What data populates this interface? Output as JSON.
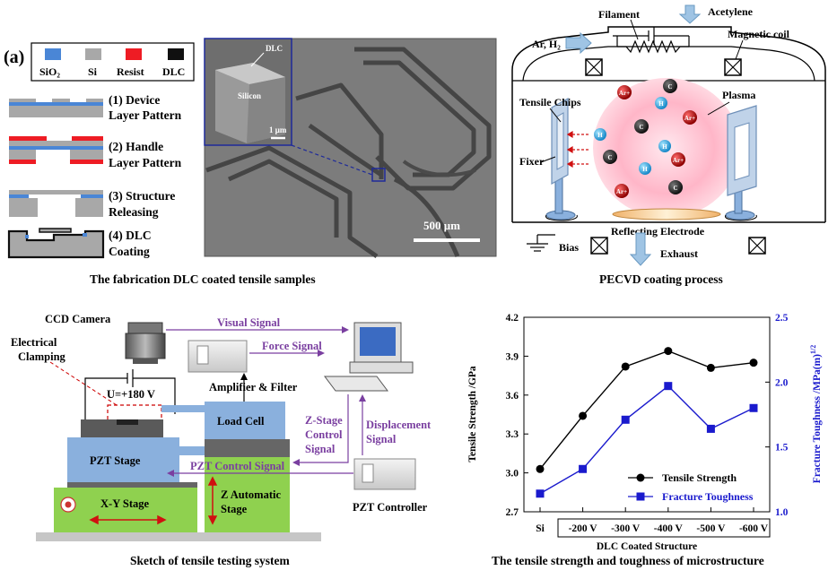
{
  "panel_a": {
    "label": "(a)",
    "legend": [
      {
        "name": "SiO₂",
        "color": "#4a86d6"
      },
      {
        "name": "Si",
        "color": "#a8a8a8"
      },
      {
        "name": "Resist",
        "color": "#ee1c24"
      },
      {
        "name": "DLC",
        "color": "#101010"
      }
    ],
    "steps": [
      {
        "l1": "(1) Device",
        "l2": "Layer Pattern"
      },
      {
        "l1": "(2) Handle",
        "l2": "Layer Pattern"
      },
      {
        "l1": "(3) Structure",
        "l2": "Releasing"
      },
      {
        "l1": "(4) DLC",
        "l2": "Coating"
      }
    ],
    "sem": {
      "dlc": "DLC",
      "silicon": "Silicon",
      "scale_small": "1 μm",
      "scale_large": "500 μm"
    },
    "caption": "The fabrication  DLC coated tensile samples"
  },
  "pecvd": {
    "labels": {
      "filament": "Filament",
      "acetylene": "Acetylene",
      "gas_in": "Ar, H₂",
      "magnetic_coil": "Magnetic coil",
      "tensile_chips": "Tensile Chips",
      "plasma": "Plasma",
      "fixer": "Fixer",
      "reflecting_electrode": "Reflecting Electrode",
      "bias": "Bias",
      "exhaust": "Exhaust"
    },
    "particles": {
      "ar": "Ar+",
      "h": "H",
      "c": "C"
    },
    "caption": "PECVD  coating process"
  },
  "testing": {
    "labels": {
      "ccd_camera": "CCD Camera",
      "visual_signal": "Visual Signal",
      "force_signal": "Force Signal",
      "electrical": "Electrical",
      "clamping": "Clamping",
      "voltage": "U=+180 V",
      "amplifier": "Amplifier & Filter",
      "load_cell": "Load Cell",
      "zstage_1": "Z-Stage",
      "zstage_2": "Control",
      "zstage_3": "Signal",
      "displacement_1": "Displacement",
      "displacement_2": "Signal",
      "pzt_stage": "PZT Stage",
      "pzt_control_signal": "PZT Control Signal",
      "xy_stage": "X-Y Stage",
      "z_auto_1": "Z Automatic",
      "z_auto_2": "Stage",
      "pzt_controller": "PZT Controller"
    },
    "caption": "Sketch of tensile testing system"
  },
  "chart_data": {
    "type": "line",
    "categories": [
      "Si",
      "-200 V",
      "-300 V",
      "-400 V",
      "-500 V",
      "-600 V"
    ],
    "series": [
      {
        "name": "Tensile Strength",
        "axis": "left",
        "color": "#000000",
        "marker": "circle",
        "values": [
          3.03,
          3.44,
          3.82,
          3.94,
          3.81,
          3.85
        ]
      },
      {
        "name": "Fracture Toughness",
        "axis": "right",
        "color": "#1a1acd",
        "marker": "square",
        "values": [
          1.14,
          1.33,
          1.71,
          1.97,
          1.64,
          1.8
        ]
      }
    ],
    "ylabel_left": "Tensile Strength /GPa",
    "ylabel_right": "Fracture Toughness /MPa(m)",
    "ylabel_right_sup": "1/2",
    "xlabel": "DLC Coated Structure",
    "ylim_left": [
      2.7,
      4.2
    ],
    "yticks_left": [
      "2.7",
      "3.0",
      "3.3",
      "3.6",
      "3.9",
      "4.2"
    ],
    "ylim_right": [
      1.0,
      2.5
    ],
    "yticks_right": [
      "1.0",
      "1.5",
      "2.0",
      "2.5"
    ],
    "legend_position": "bottom-right",
    "caption": "The tensile strength and toughness of microstructure"
  }
}
